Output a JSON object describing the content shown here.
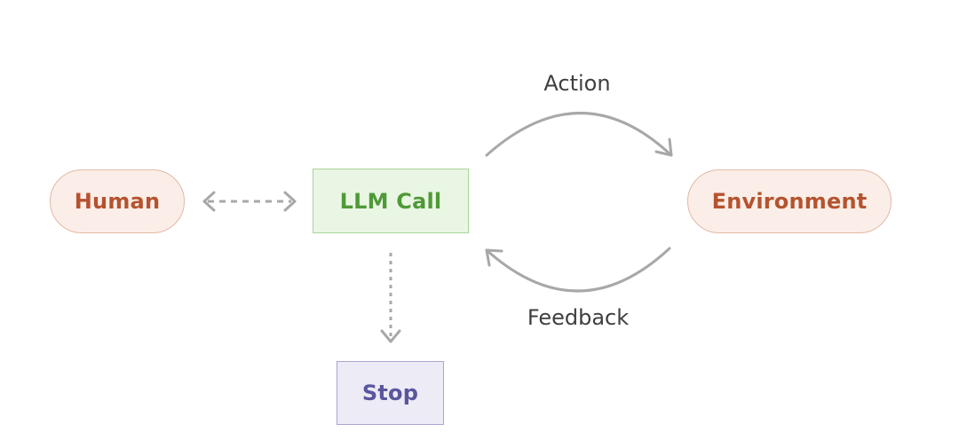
{
  "nodes": {
    "human": "Human",
    "llm_call": "LLM Call",
    "environment": "Environment",
    "stop": "Stop"
  },
  "edges": {
    "action": "Action",
    "feedback": "Feedback"
  },
  "colors": {
    "pill_fill": "#fbeee8",
    "pill_border": "#e2b8a6",
    "pill_text": "#b5532f",
    "llm_fill": "#eaf6e4",
    "llm_border": "#a9d49a",
    "llm_text": "#4f9a38",
    "stop_fill": "#ecebf6",
    "stop_border": "#a9a5d4",
    "stop_text": "#5a569e",
    "arrow": "#a8a8a8",
    "label_text": "#3f3f3f"
  }
}
